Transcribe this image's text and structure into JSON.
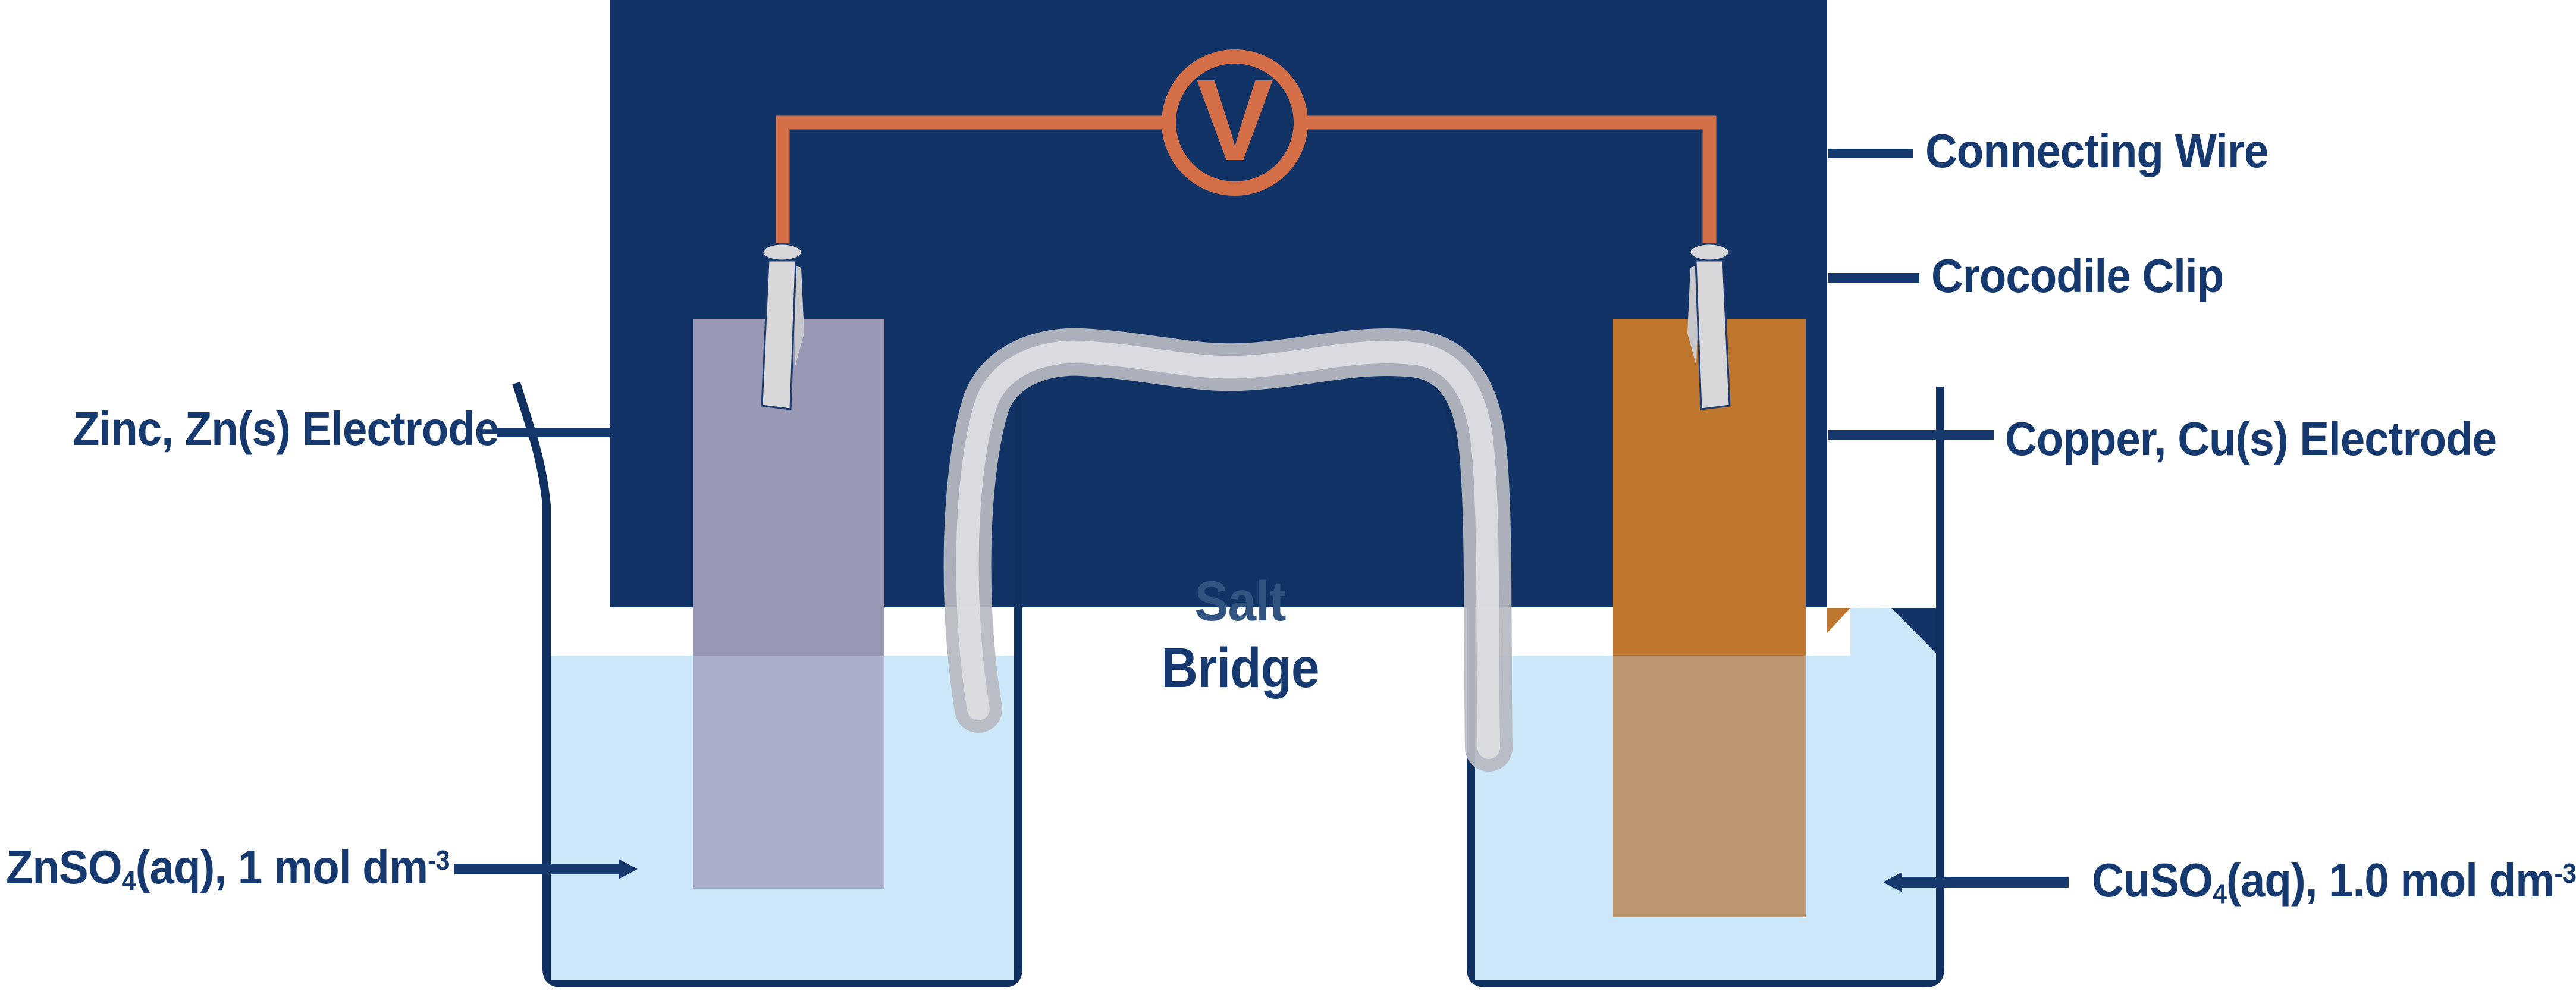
{
  "diagram": "galvanic-cell",
  "voltmeter": {
    "symbol": "V"
  },
  "labels": {
    "connecting_wire": "Connecting Wire",
    "crocodile_clip": "Crocodile Clip",
    "zinc_electrode": "Zinc, Zn(s) Electrode",
    "copper_electrode": "Copper, Cu(s) Electrode",
    "salt_bridge_line1": "Salt",
    "salt_bridge_line2": "Bridge",
    "zinc_solution": {
      "base": "ZnSO",
      "sub": "4",
      "mid": "(aq), 1 mol dm",
      "sup": "-3"
    },
    "copper_solution": {
      "base": "CuSO",
      "sub": "4",
      "mid": "(aq), 1.0 mol dm",
      "sup": "-3"
    }
  },
  "colors": {
    "background": "#FFFFFF",
    "navy-rect": "#123366",
    "navy-line": "#16396E",
    "navy-wall": "#10305F",
    "navy-text": "#163A70",
    "salt-text": "#31537F",
    "orange": "#D46E46",
    "zinc": "#9998B4",
    "zinc-submerged": "#A9AFC9",
    "copper": "#BE762F",
    "copper-submerged": "#BB966E",
    "solution": "#CBE7F8",
    "clip": "#D8D8DB",
    "clip-outline": "#1F3C6C",
    "clip-shadow": "#C7C8CC",
    "bridge-outer": "#B7BAC2",
    "bridge-inner": "#DBDDE2"
  }
}
